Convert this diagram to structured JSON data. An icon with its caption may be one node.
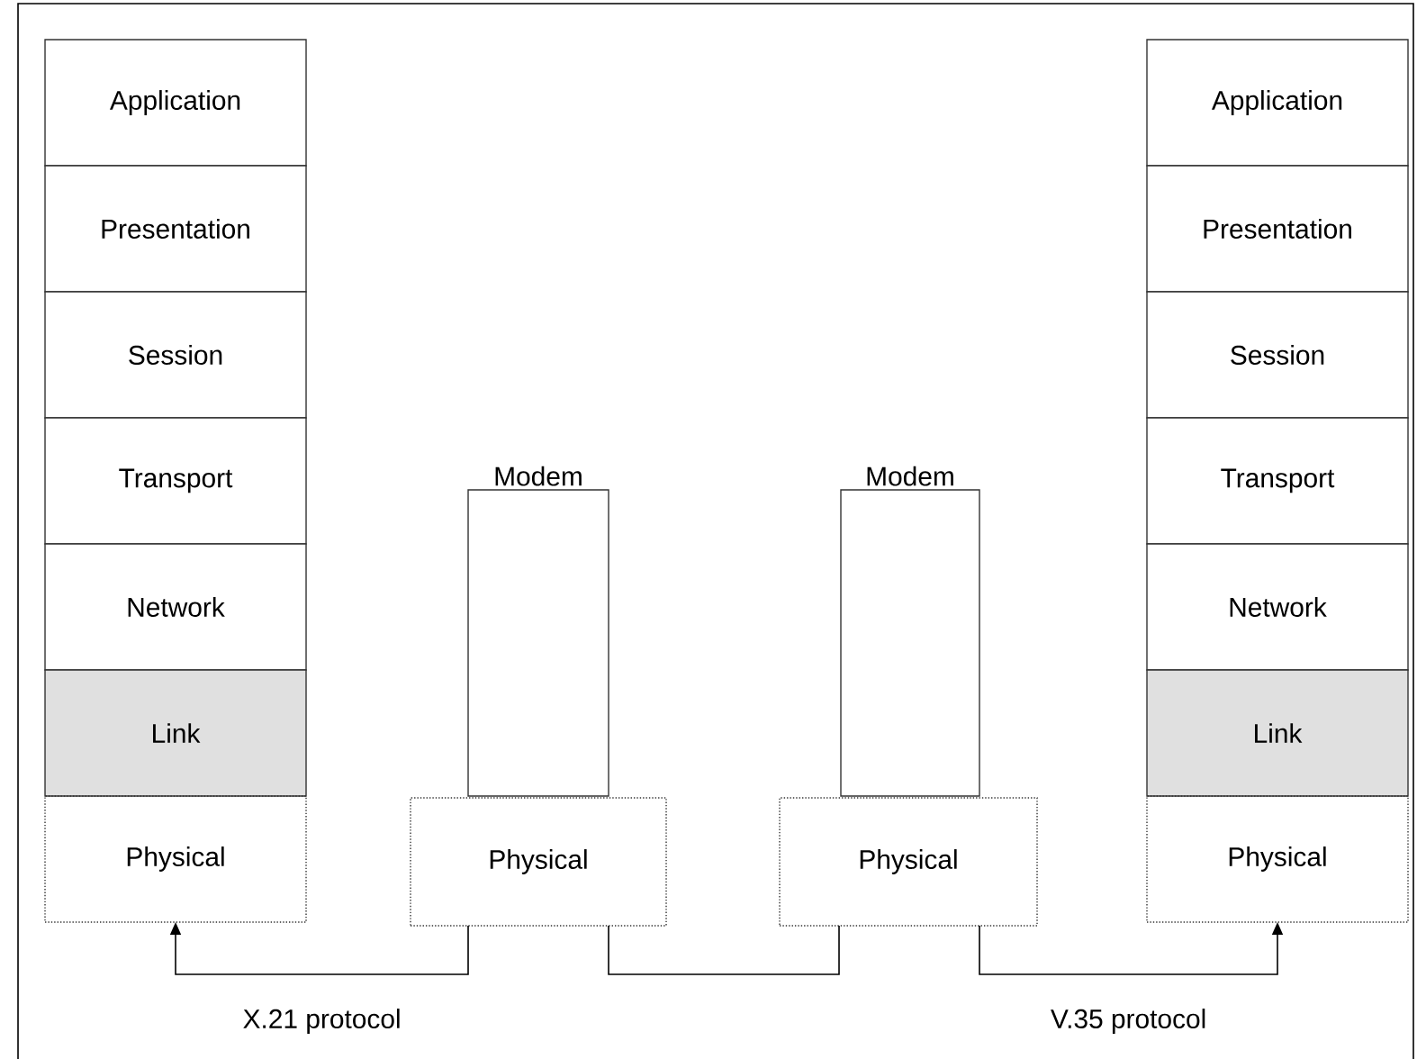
{
  "diagram": {
    "nodes": [
      {
        "text": [
          "Application"
        ]
      },
      {
        "text": [
          "Presentation"
        ]
      },
      {
        "text": [
          "Session"
        ]
      },
      {
        "text": [
          "Transport"
        ]
      },
      {
        "text": [
          "Network"
        ]
      },
      {
        "text": [
          "Link"
        ]
      },
      {
        "text": [
          "Physical"
        ]
      },
      {
        "text": [
          "Modem"
        ]
      },
      {
        "text": [
          "Physical"
        ]
      },
      {
        "text": [
          "Modem"
        ]
      },
      {
        "text": [
          "Physical"
        ]
      },
      {
        "text": [
          "Application"
        ]
      },
      {
        "text": [
          "Presentation"
        ]
      },
      {
        "text": [
          "Session"
        ]
      },
      {
        "text": [
          "Transport"
        ]
      },
      {
        "text": [
          "Network"
        ]
      },
      {
        "text": [
          "Link"
        ]
      },
      {
        "text": [
          "Physical"
        ]
      }
    ],
    "edges": [
      {
        "from": 8,
        "to": 6,
        "arrow": "to",
        "label": "X.21 protocol"
      },
      {
        "from": 8,
        "to": 10,
        "arrow": "none"
      },
      {
        "from": 10,
        "to": 17,
        "arrow": "to",
        "label": "V.35 protocol"
      }
    ]
  }
}
